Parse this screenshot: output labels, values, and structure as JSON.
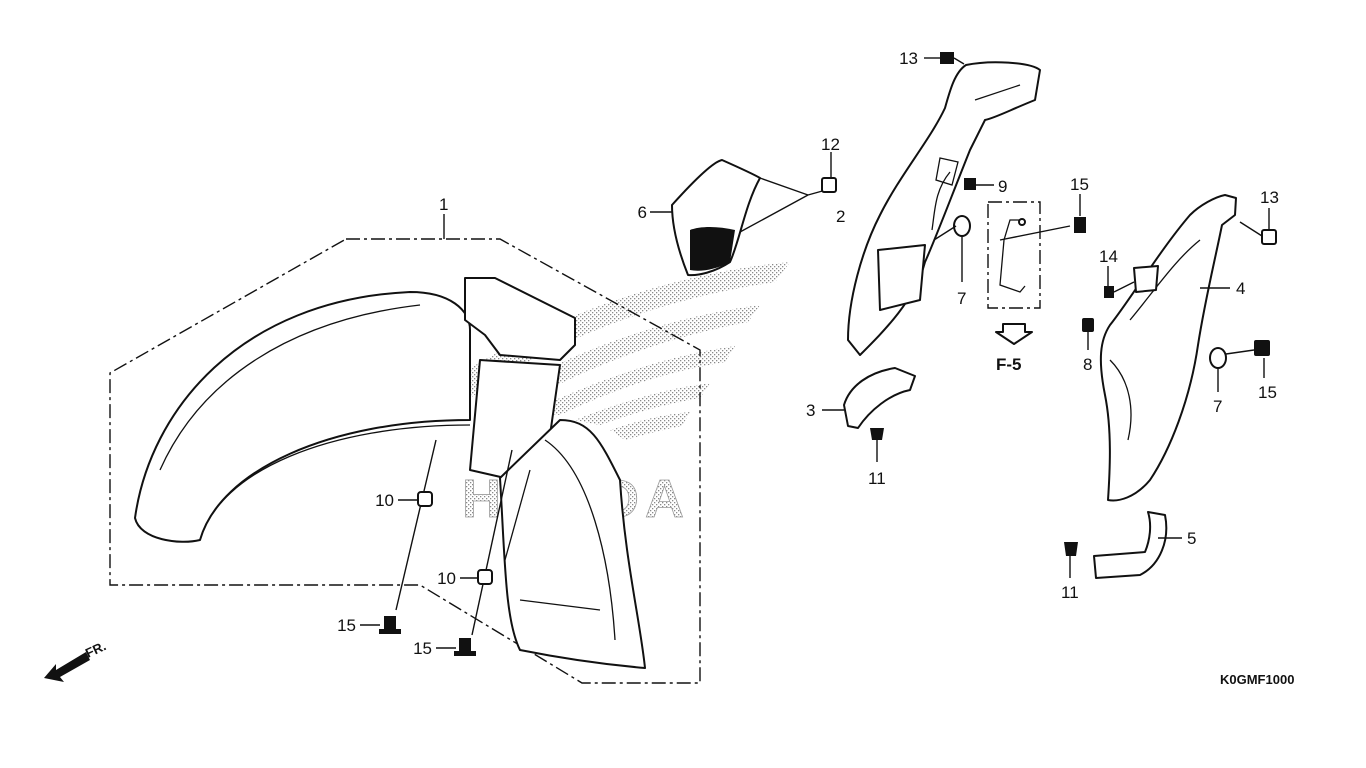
{
  "callouts": {
    "c1": "1",
    "c2": "2",
    "c3": "3",
    "c4": "4",
    "c5": "5",
    "c6": "6",
    "c7a": "7",
    "c7b": "7",
    "c8": "8",
    "c9": "9",
    "c10a": "10",
    "c10b": "10",
    "c11a": "11",
    "c11b": "11",
    "c12": "12",
    "c13a": "13",
    "c13b": "13",
    "c14": "14",
    "c15a": "15",
    "c15b": "15",
    "c15c": "15",
    "c15d": "15"
  },
  "reference": "F-5",
  "direction": "FR.",
  "diagram_code": "K0GMF1000",
  "watermark": "HONDA"
}
